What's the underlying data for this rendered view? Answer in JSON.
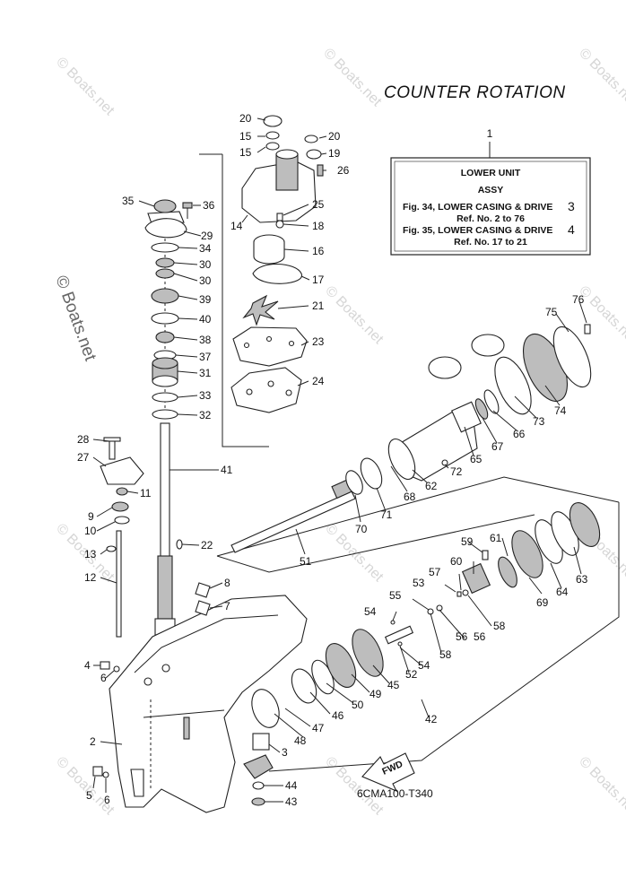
{
  "title": "COUNTER ROTATION",
  "info_box": {
    "ref_number": "1",
    "line1": "LOWER UNIT",
    "line2": "ASSY",
    "line3_text": "Fig. 34, LOWER CASING & DRIVE",
    "line3_num": "3",
    "line4": "Ref. No. 2 to 76",
    "line5_text": "Fig. 35, LOWER CASING & DRIVE",
    "line5_num": "4",
    "line6": "Ref. No. 17 to 21"
  },
  "diagram_code": "6CMA100-T340",
  "fwd_label": "FWD",
  "watermark": "© Boats.net",
  "side_watermark": "© Boats.net",
  "callouts": [
    "20",
    "15",
    "15",
    "20",
    "19",
    "26",
    "35",
    "36",
    "14",
    "25",
    "18",
    "29",
    "34",
    "16",
    "30",
    "30",
    "17",
    "39",
    "21",
    "40",
    "38",
    "23",
    "37",
    "31",
    "24",
    "33",
    "32",
    "28",
    "27",
    "41",
    "11",
    "9",
    "10",
    "22",
    "13",
    "12",
    "8",
    "7",
    "4",
    "6",
    "2",
    "5",
    "6",
    "44",
    "43",
    "3",
    "48",
    "47",
    "46",
    "50",
    "49",
    "45",
    "52",
    "54",
    "58",
    "56",
    "55",
    "54",
    "53",
    "57",
    "58",
    "56",
    "60",
    "59",
    "61",
    "69",
    "64",
    "63",
    "51",
    "70",
    "71",
    "68",
    "62",
    "72",
    "65",
    "67",
    "66",
    "73",
    "74",
    "75",
    "76",
    "42"
  ]
}
